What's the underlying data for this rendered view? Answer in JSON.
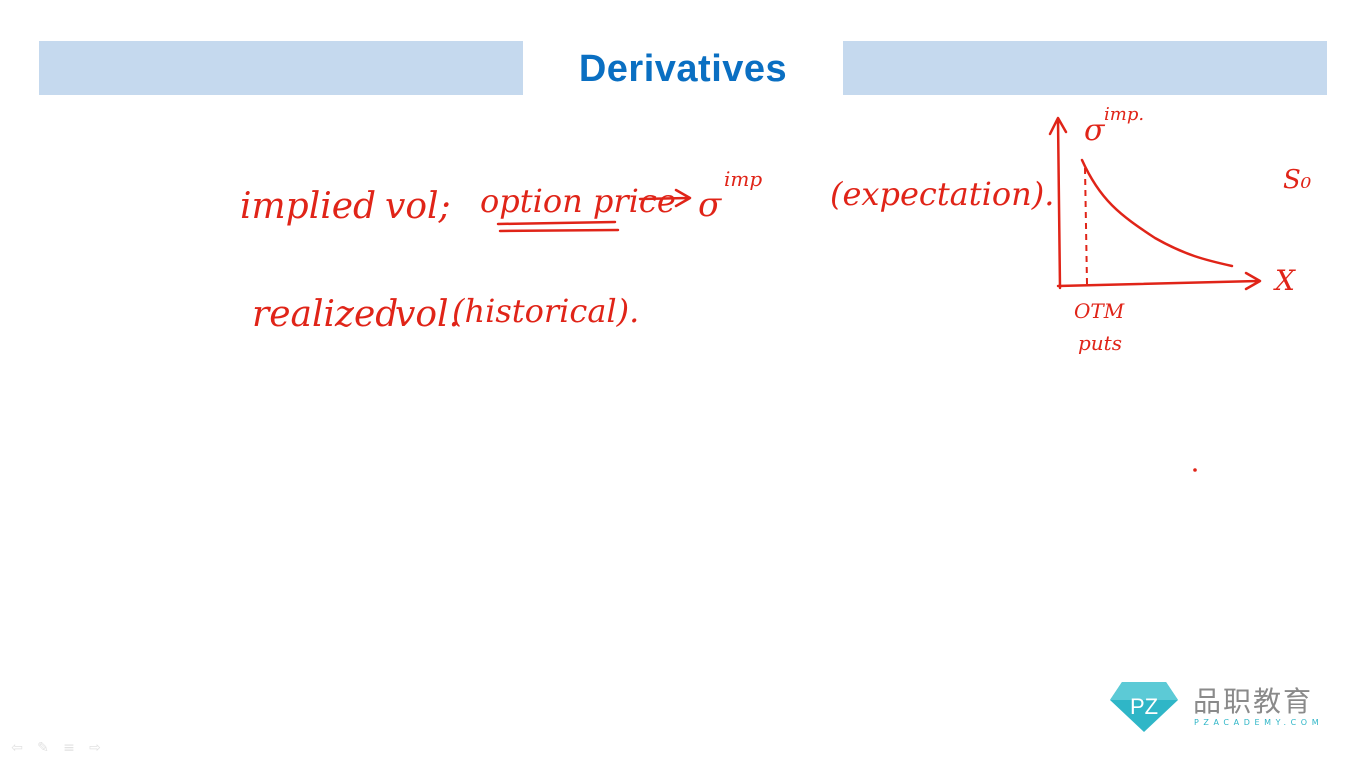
{
  "slide": {
    "title": "Derivatives"
  },
  "annotations": {
    "line1": {
      "implied": "implied",
      "vol": "vol;",
      "option_price": "option price",
      "sigma": "σ",
      "sup": "imp",
      "expectation": "(expectation)."
    },
    "line2": {
      "realized": "realized",
      "vol": "vol.",
      "historical": "(historical)."
    },
    "graph": {
      "y_label": "σ",
      "y_sup": "imp.",
      "x_label": "X",
      "s0": "S₀",
      "otm": "OTM",
      "puts": "puts"
    }
  },
  "logo": {
    "mark": "PZ",
    "chinese": "品职教育",
    "english": "PZACADEMY.COM"
  },
  "toolbar": {
    "prev_icon": "arrow-left-icon",
    "pen_icon": "pen-icon",
    "menu_icon": "menu-icon",
    "next_icon": "arrow-right-icon"
  },
  "colors": {
    "title": "#0a6fc2",
    "title_bar": "#c5d9ee",
    "ink": "#e02418",
    "logo_teal": "#2fb6c7"
  }
}
